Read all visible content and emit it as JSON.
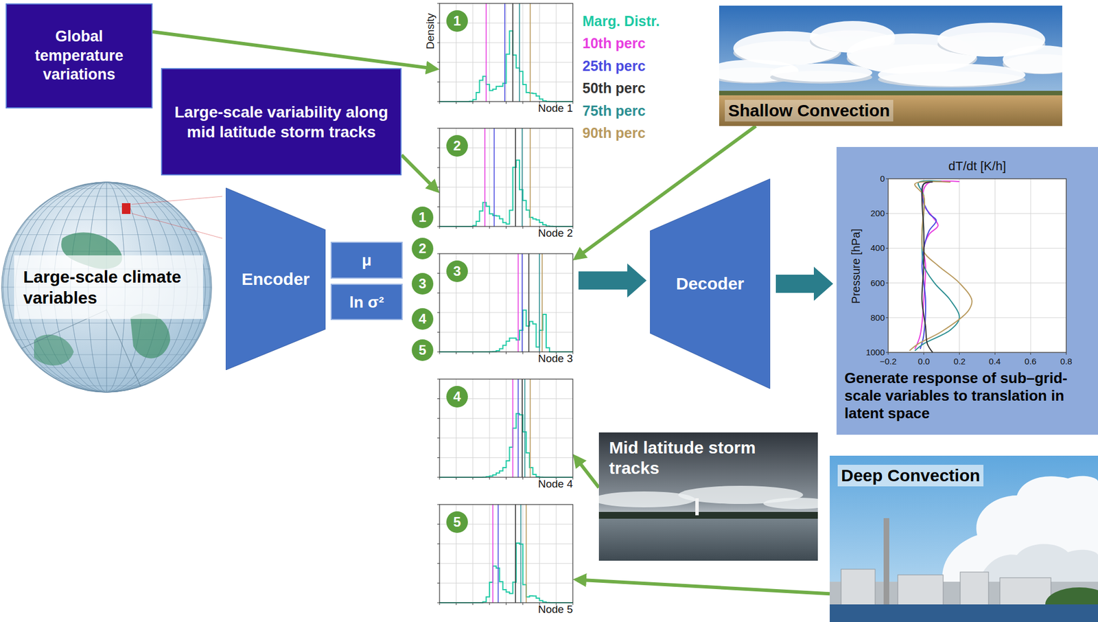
{
  "diagram": {
    "nodes": [
      {
        "text": [
          "Global temperature variations"
        ]
      },
      {
        "text": [
          "Large-scale variability along mid latitude storm tracks"
        ]
      },
      {
        "text": [
          "Large-scale climate variables"
        ]
      },
      {
        "text": [
          "Encoder"
        ]
      },
      {
        "text": [
          "μ"
        ]
      },
      {
        "text": [
          "ln σ²"
        ]
      },
      {
        "text": [
          "1",
          "Density",
          "Node 1"
        ]
      },
      {
        "text": [
          "2",
          "Node 2"
        ]
      },
      {
        "text": [
          "3",
          "Node 3"
        ]
      },
      {
        "text": [
          "4",
          "Node 4"
        ]
      },
      {
        "text": [
          "5",
          "Node 5"
        ]
      },
      {
        "text": [
          "Decoder"
        ]
      },
      {
        "text": [
          "Shallow Convection"
        ]
      },
      {
        "text": [
          "dT/dt [K/h]",
          "Pressure [hPa]",
          "Generate response of sub–grid-scale variables to translation in latent space"
        ]
      },
      {
        "text": [
          "Mid latitude storm tracks"
        ]
      },
      {
        "text": [
          "Deep Convection"
        ]
      }
    ],
    "edges": [
      {
        "from": 0,
        "to": 6,
        "arrow": "to"
      },
      {
        "from": 1,
        "to": 7,
        "arrow": "to"
      },
      {
        "from": 12,
        "to": 8,
        "arrow": "to"
      },
      {
        "from": 14,
        "to": 9,
        "arrow": "to"
      },
      {
        "from": 15,
        "to": 10,
        "arrow": "to"
      },
      {
        "from": 8,
        "to": 11,
        "arrow": "to"
      },
      {
        "from": 11,
        "to": 13,
        "arrow": "to"
      }
    ],
    "labels": [
      "1",
      "2",
      "3",
      "4",
      "5",
      "0",
      "200",
      "400",
      "600",
      "800",
      "1000",
      "−0.2",
      "0.0",
      "0.2",
      "0.4",
      "0.6",
      "0.8"
    ],
    "legend": [
      {
        "text": "Marg. Distr.",
        "color": "#1dc9a4"
      },
      {
        "text": "10th perc",
        "color": "#e83ee0"
      },
      {
        "text": "25th perc",
        "color": "#4a4ae0"
      },
      {
        "text": "50th perc",
        "color": "#333333"
      },
      {
        "text": "75th perc",
        "color": "#2c8f92"
      },
      {
        "text": "90th perc",
        "color": "#b99a5e"
      }
    ]
  }
}
